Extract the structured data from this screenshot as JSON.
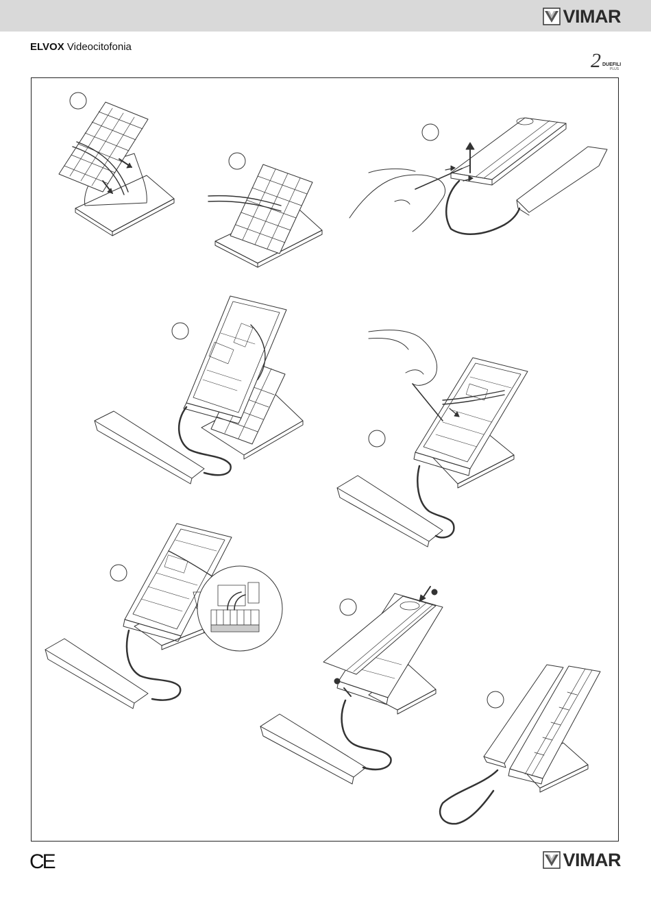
{
  "header": {
    "brand": "ELVOX",
    "product_line": "Videocitofonia",
    "logo_text": "VIMAR",
    "badge_number": "2",
    "badge_text_top": "DUEFILI",
    "badge_text_bottom": "PLUS"
  },
  "footer": {
    "mark": "CE",
    "logo_text": "VIMAR"
  },
  "steps": [
    {
      "id": "step-1",
      "label": ""
    },
    {
      "id": "step-2",
      "label": ""
    },
    {
      "id": "step-3",
      "label": ""
    },
    {
      "id": "step-4",
      "label": ""
    },
    {
      "id": "step-5",
      "label": ""
    },
    {
      "id": "step-6",
      "label": ""
    },
    {
      "id": "step-7",
      "label": ""
    },
    {
      "id": "step-8",
      "label": ""
    }
  ],
  "colors": {
    "header_bar": "#d9d9d9",
    "line_art": "#333333",
    "frame": "#222222"
  }
}
